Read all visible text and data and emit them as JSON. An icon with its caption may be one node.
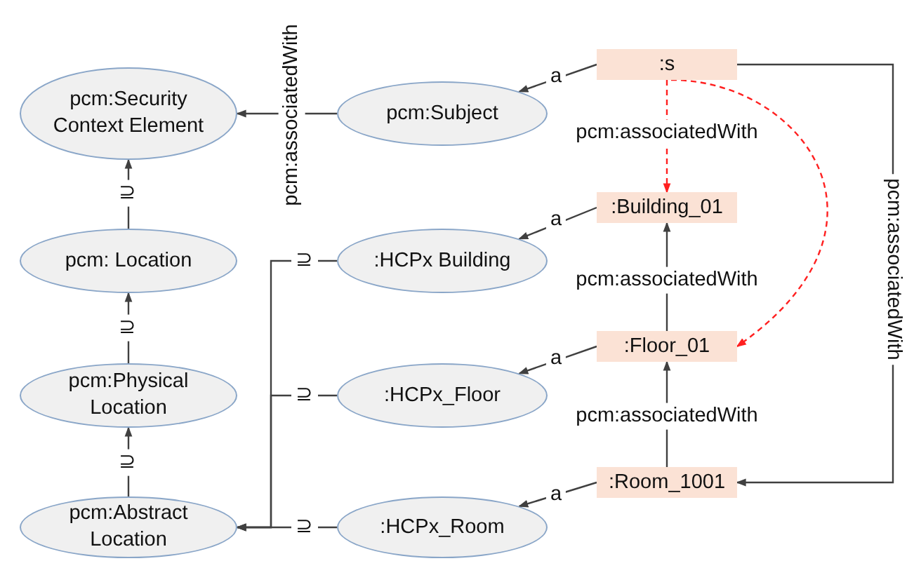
{
  "diagram": {
    "nodes": [
      {
        "text": [
          "pcm:Security Context Element"
        ]
      },
      {
        "text": [
          "pcm:Subject"
        ]
      },
      {
        "text": [
          "pcm: Location"
        ]
      },
      {
        "text": [
          "pcm:Physical Location"
        ]
      },
      {
        "text": [
          "pcm:Abstract Location"
        ]
      },
      {
        "text": [
          ":HCPx Building"
        ]
      },
      {
        "text": [
          ":HCPx_Floor"
        ]
      },
      {
        "text": [
          ":HCPx_Room"
        ]
      },
      {
        "text": [
          ":s"
        ]
      },
      {
        "text": [
          ":Building_01"
        ]
      },
      {
        "text": [
          ":Floor_01"
        ]
      },
      {
        "text": [
          ":Room_1001"
        ]
      }
    ],
    "edges": [
      {
        "from": 1,
        "to": 0,
        "arrow": "to",
        "label": "pcm:associatedWith"
      },
      {
        "from": 2,
        "to": 0,
        "arrow": "to",
        "label": "⊇"
      },
      {
        "from": 3,
        "to": 2,
        "arrow": "to",
        "label": "⊇"
      },
      {
        "from": 4,
        "to": 3,
        "arrow": "to",
        "label": "⊇"
      },
      {
        "from": 5,
        "to": 4,
        "arrow": "to",
        "label": "⊇"
      },
      {
        "from": 6,
        "to": 4,
        "arrow": "to",
        "label": "⊇"
      },
      {
        "from": 7,
        "to": 4,
        "arrow": "to",
        "label": "⊇"
      },
      {
        "from": 8,
        "to": 1,
        "arrow": "to",
        "label": "a"
      },
      {
        "from": 9,
        "to": 5,
        "arrow": "to",
        "label": "a"
      },
      {
        "from": 10,
        "to": 6,
        "arrow": "to",
        "label": "a"
      },
      {
        "from": 11,
        "to": 7,
        "arrow": "to",
        "label": "a"
      },
      {
        "from": 8,
        "to": 9,
        "arrow": "to",
        "label": "pcm:associatedWith",
        "style": "dashed",
        "color": "#ff2020"
      },
      {
        "from": 8,
        "to": 10,
        "arrow": "to",
        "style": "dashed",
        "color": "#ff2020"
      },
      {
        "from": 10,
        "to": 9,
        "arrow": "to",
        "label": "pcm:associatedWith"
      },
      {
        "from": 11,
        "to": 10,
        "arrow": "to",
        "label": "pcm:associatedWith"
      },
      {
        "from": 8,
        "to": 11,
        "arrow": "to",
        "label": "pcm:associatedWith"
      }
    ]
  }
}
